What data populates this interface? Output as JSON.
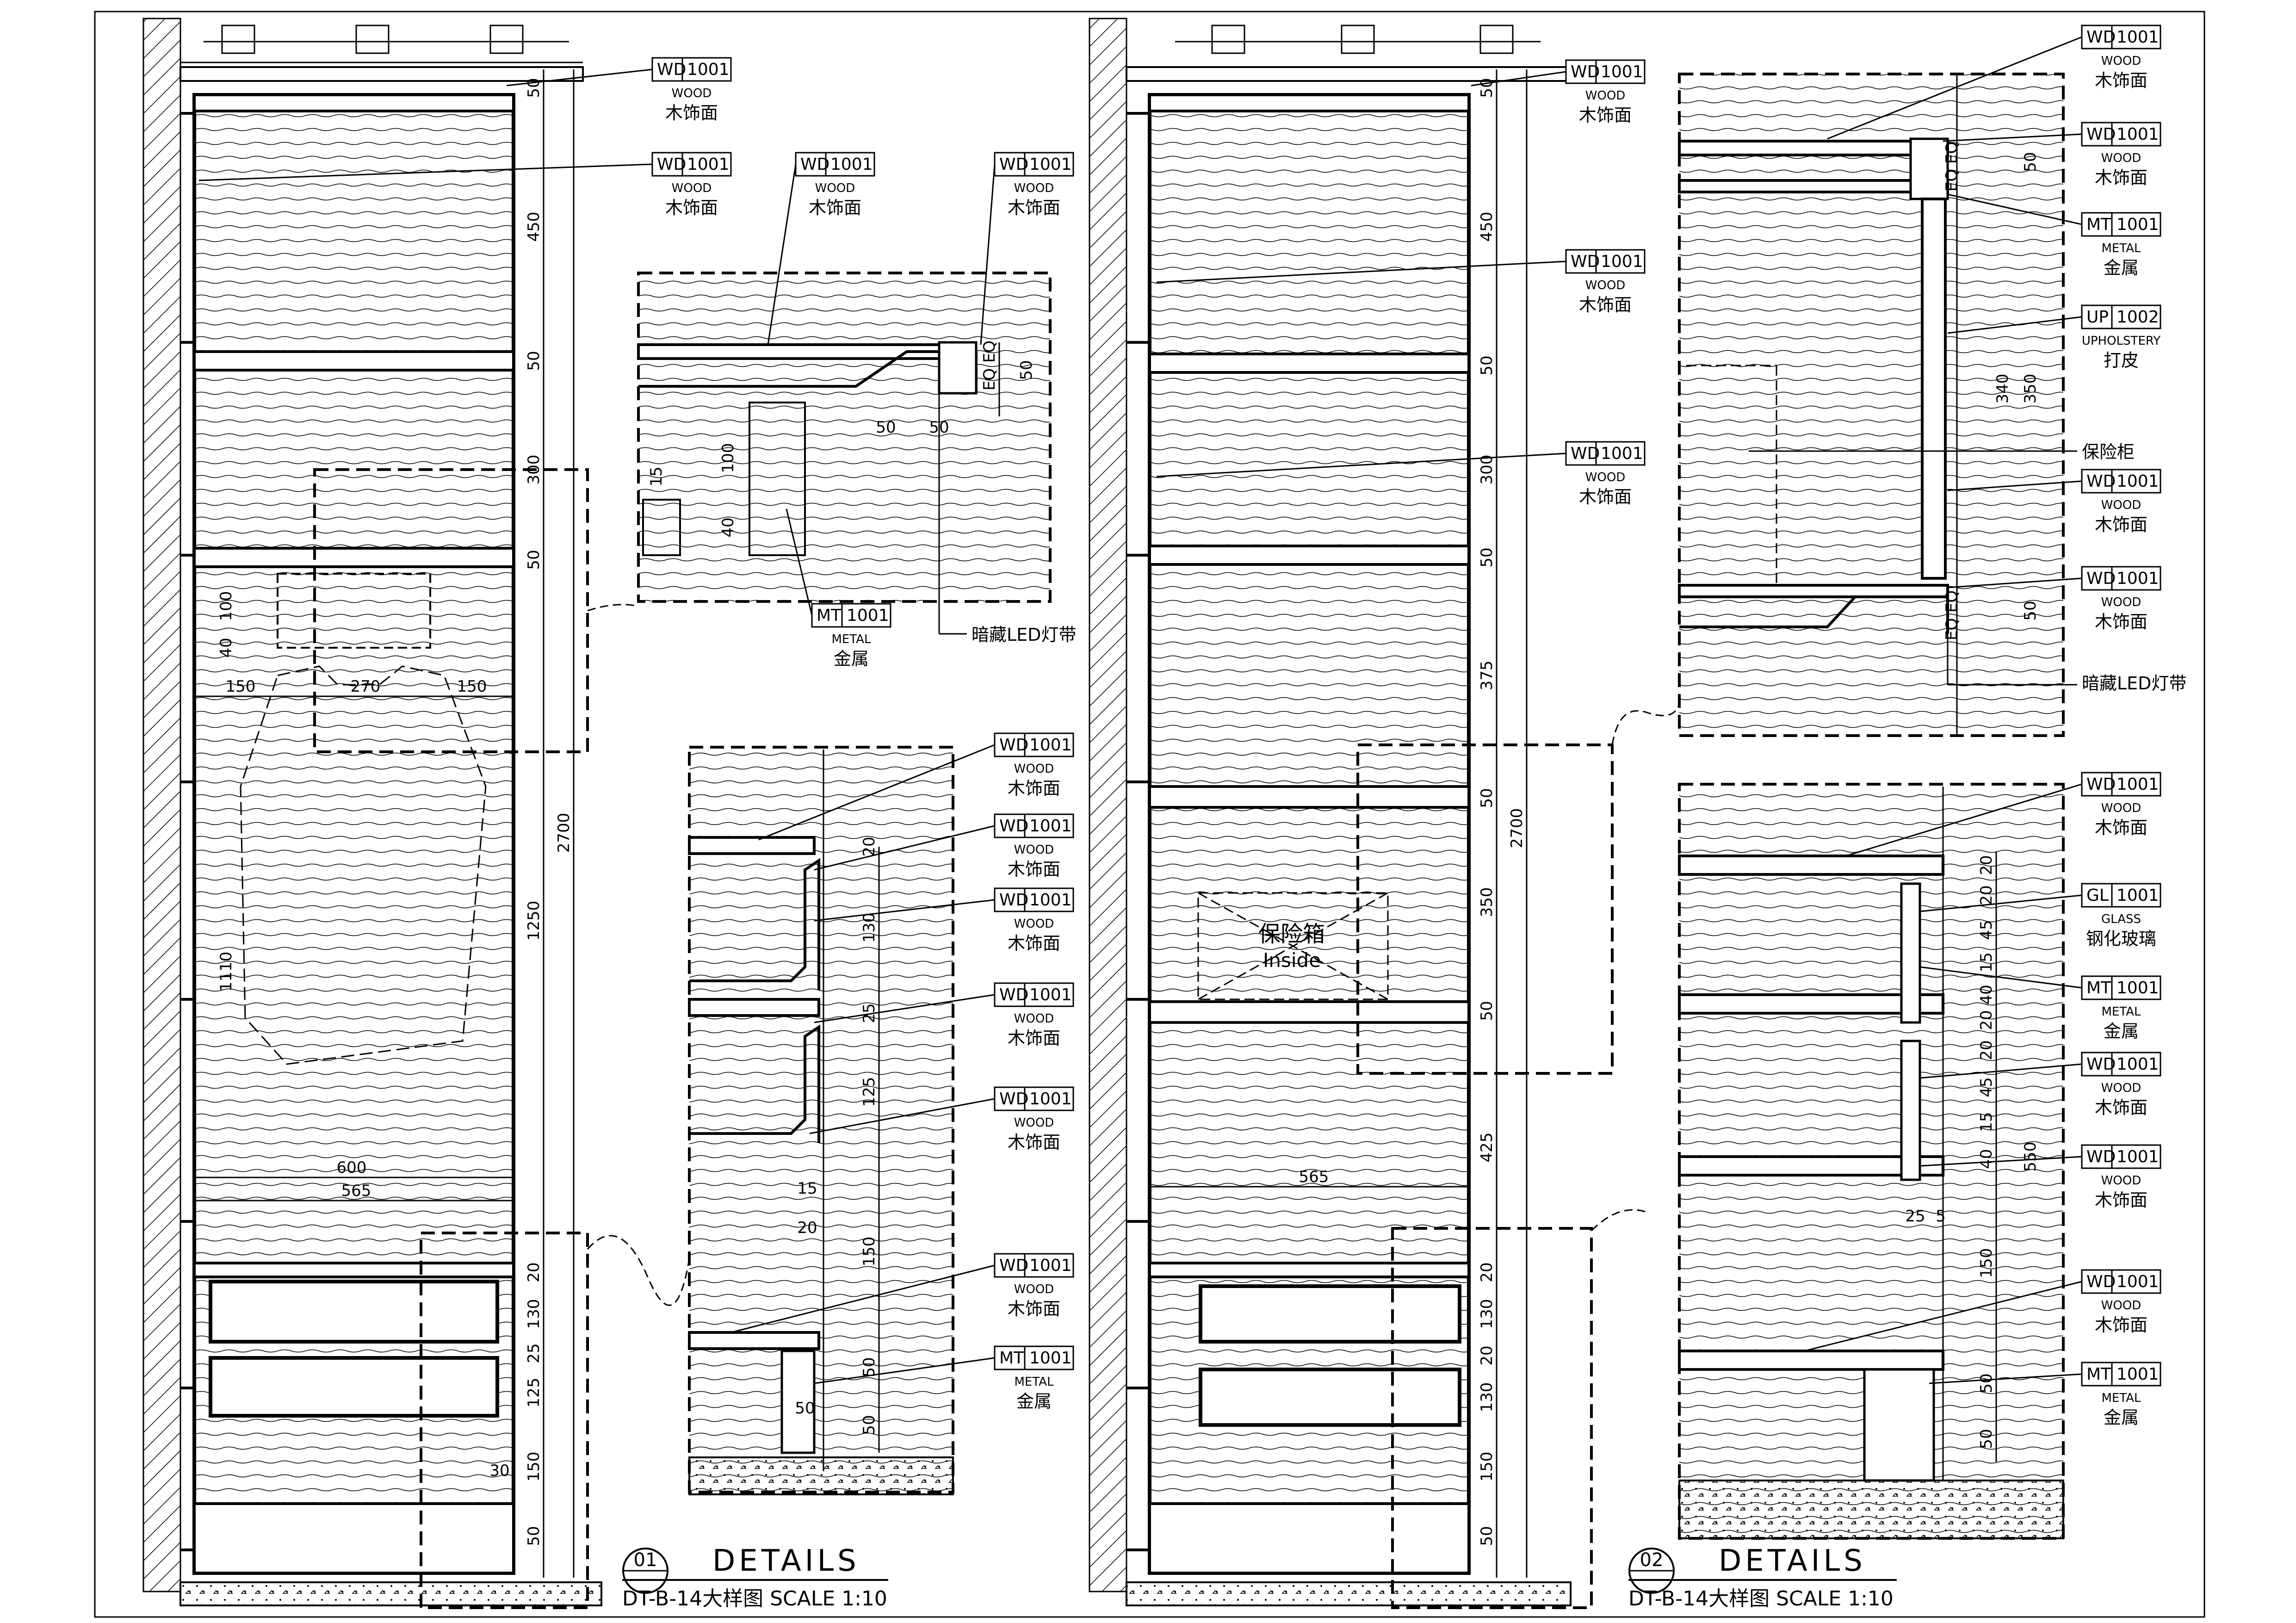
{
  "drawing": {
    "detail1": {
      "number": "01",
      "heading": "DETAILS",
      "ref_scale": "DT-B-14大样图 SCALE 1:10"
    },
    "detail2": {
      "number": "02",
      "heading": "DETAILS",
      "ref_scale": "DT-B-14大样图 SCALE 1:10"
    }
  },
  "materials": {
    "wood": {
      "code": "WD",
      "num": "1001",
      "en": "WOOD",
      "cn": "木饰面"
    },
    "metal": {
      "code": "MT",
      "num": "1001",
      "en": "METAL",
      "cn": "金属"
    },
    "upholstery": {
      "code": "UP",
      "num": "1002",
      "en": "UPHOLSTERY",
      "cn": "打皮"
    },
    "glass": {
      "code": "GL",
      "num": "1001",
      "en": "GLASS",
      "cn": "钢化玻璃"
    }
  },
  "notes": {
    "led": "暗藏LED灯带",
    "safe_cabinet": "保险柜",
    "safe_box": "保险箱",
    "safe_box_en": "Inside"
  },
  "dims": {
    "p1_vertical": [
      "50",
      "450",
      "50",
      "300",
      "50",
      "1250",
      "20",
      "130",
      "25",
      "125",
      "150",
      "50"
    ],
    "p1_total": "2700",
    "p1_horizontal": [
      "150",
      "270",
      "150",
      "600",
      "565",
      "100",
      "40",
      "1110",
      "30"
    ],
    "p2_vertical": [
      "50",
      "450",
      "50",
      "300",
      "50",
      "375",
      "50",
      "350",
      "50",
      "425",
      "20",
      "130",
      "20",
      "130",
      "150",
      "50"
    ],
    "p2_total": "2700",
    "p2_horizontal": [
      "565"
    ],
    "d1": [
      "EQ",
      "EQ",
      "50",
      "50",
      "50",
      "15",
      "100",
      "40"
    ],
    "d2": [
      "20",
      "130",
      "25",
      "125",
      "150",
      "50",
      "50",
      "15",
      "20",
      "50"
    ],
    "d3": [
      "EQ",
      "EQ",
      "50",
      "340",
      "350",
      "EQ",
      "EQ",
      "50"
    ],
    "d4": [
      "20",
      "20",
      "45",
      "15",
      "40",
      "20",
      "20",
      "45",
      "15",
      "40",
      "550",
      "150",
      "50",
      "50",
      "25",
      "5"
    ]
  }
}
